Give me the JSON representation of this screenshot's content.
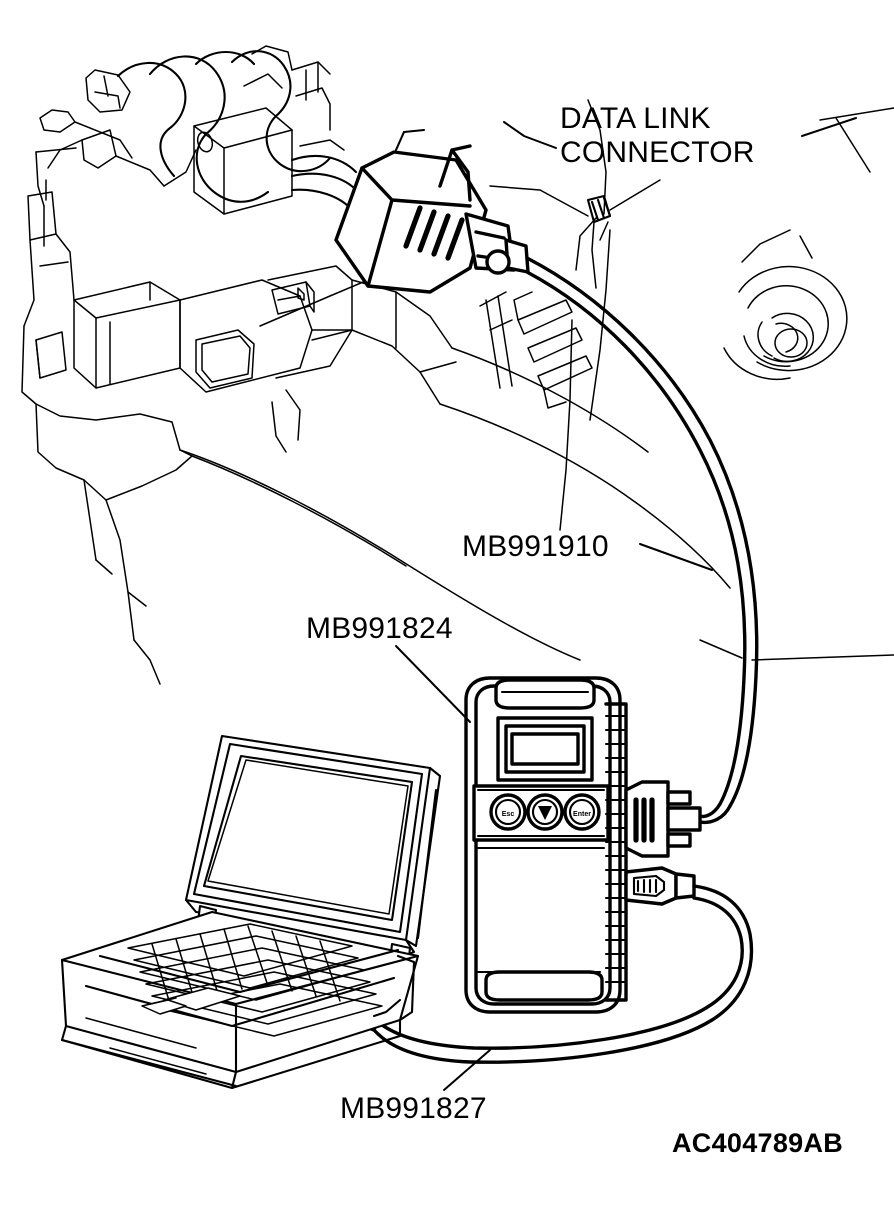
{
  "figure": {
    "title": "Data Link Connector / Scan Tool Connection",
    "figure_id": "AC404789AB",
    "background_color": "#ffffff",
    "line_color": "#000000"
  },
  "labels": {
    "data_link_connector_line1": "DATA LINK",
    "data_link_connector_line2": "CONNECTOR",
    "cable_dlc": "MB991910",
    "scan_tool": "MB991824",
    "cable_laptop": "MB991827"
  },
  "scan_tool": {
    "buttons": [
      {
        "name": "esc-button",
        "label": "Esc"
      },
      {
        "name": "down-button",
        "label": "▼"
      },
      {
        "name": "enter-button",
        "label": "Enter"
      }
    ],
    "display_label": "",
    "ports": [
      {
        "name": "dsub-port",
        "label": ""
      },
      {
        "name": "serial-port",
        "label": ""
      }
    ]
  },
  "laptop": {
    "screen_label": "",
    "trackpad_label": ""
  },
  "icons": {
    "down_arrow": "▼"
  }
}
